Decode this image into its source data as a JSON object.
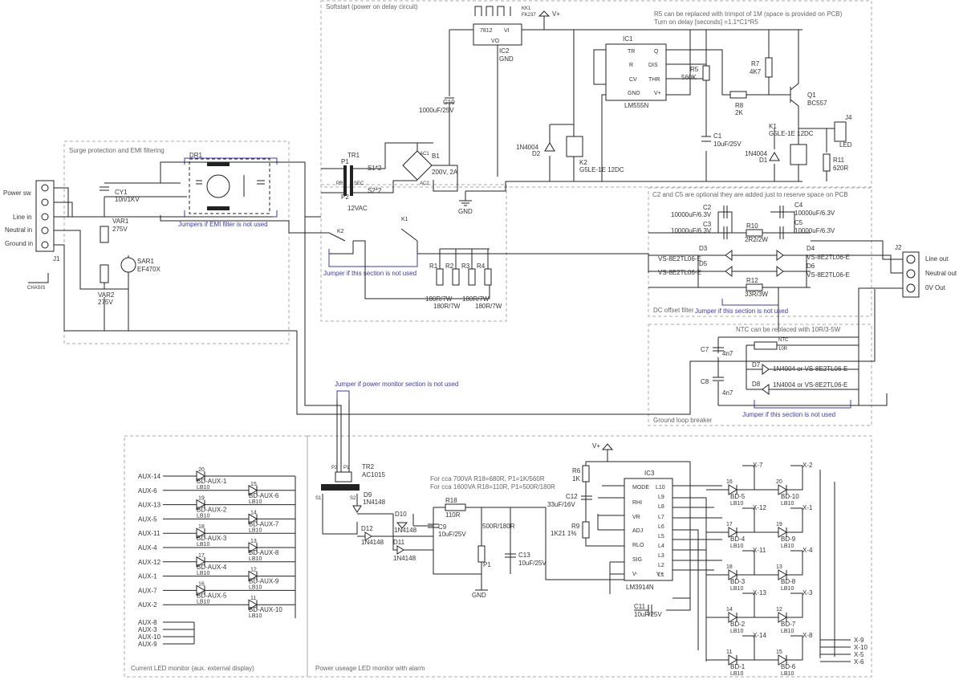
{
  "sections": {
    "softstart": "Softstart (power on delay circuit)",
    "surge": "Surge protection and EMI filtering",
    "dc_offset": "DC offset filter",
    "ground_loop": "Ground loop breaker",
    "current_led": "Current LED monitor (aux. external display)",
    "power_led": "Power useage LED monitor with alarm"
  },
  "notes": {
    "r5": "R5 can be replaced with trimpot of 1M (space is provided on PCB)",
    "delay": "Turn on delay [seconds] =1.1*C1*R5",
    "c2c5": "C2 and C5 are optional they are added just to reserve space on PCB",
    "ntc": "NTC can be replaced with 10R/3-5W",
    "va1": "For cca 700VA R18=680R, P1=1K/560R",
    "va2": "For cca 1600VA R18=110R, P1=500R/180R"
  },
  "jumpers": {
    "emi": "Jumpers if EMI filter is not used",
    "softstart": "Jumper if this section is not used",
    "dc": "Jumper if this section is not used",
    "ground": "Jumper if this section is not used",
    "power": "Jumper if power monitor section is not used"
  },
  "j1": {
    "ref": "J1",
    "pins": [
      "Power sw",
      "Line in",
      "Neutral in",
      "Ground in"
    ],
    "chassis": "CHASIS"
  },
  "j2": {
    "ref": "J2",
    "pins": [
      "Line out",
      "Neutral out",
      "0V Out"
    ]
  },
  "j4": {
    "ref": "J4",
    "label": "LED"
  },
  "components": {
    "cy1": [
      "CY1",
      "10n/1KV"
    ],
    "var1": [
      "VAR1",
      "275V"
    ],
    "var2": [
      "VAR2",
      "275V"
    ],
    "sar1": [
      "SAR1",
      "EF470X"
    ],
    "dr1": "DR1",
    "tr1": [
      "TR1",
      "12VAC",
      "P1",
      "P2",
      "S1*2",
      "S2*2",
      "PRI",
      "SEC"
    ],
    "b1": [
      "B1",
      "200V, 2A",
      "AC1",
      "AC2"
    ],
    "ic2": [
      "IC2",
      "7812",
      "VI",
      "VO",
      "GND",
      "KK1",
      "FK237"
    ],
    "c10": [
      "C10",
      "1000uF/25V"
    ],
    "gnd": "GND",
    "vplus": "V+",
    "ic1": [
      "IC1",
      "LM555N",
      "TR",
      "Q",
      "R",
      "DIS",
      "CV",
      "THR",
      "GND",
      "V+"
    ],
    "r5": [
      "R5",
      "560K"
    ],
    "r7": [
      "R7",
      "4K7"
    ],
    "r8": [
      "R8",
      "2K"
    ],
    "q1": [
      "Q1",
      "BC557"
    ],
    "c1": [
      "C1",
      "10uF/25V"
    ],
    "d2": [
      "1N4004",
      "D2"
    ],
    "k2": [
      "K2",
      "G5LE-1E 12DC"
    ],
    "k1": [
      "K1",
      "G5LE-1E 12DC"
    ],
    "d1": [
      "1N4004",
      "D1"
    ],
    "r11": [
      "R11",
      "620R"
    ],
    "r1r4": [
      "R1",
      "R2",
      "R3",
      "R4",
      "180R/7W",
      "180R/7W",
      "180R/7W",
      "180R/7W"
    ],
    "c2": [
      "C2",
      "10000uF/6.3V"
    ],
    "c3": [
      "C3",
      "10000uF/6.3V"
    ],
    "c4": [
      "C4",
      "10000uF/6.3V"
    ],
    "c5": [
      "C5",
      "10000uF/6.3V"
    ],
    "r10": [
      "R10",
      "2R2/2W"
    ],
    "d3": [
      "D3",
      "VS-8E2TL06-E"
    ],
    "d4": [
      "D4",
      "VS-8E2TL06-E"
    ],
    "d5": [
      "D5",
      "VS-8E2TL06-E"
    ],
    "d6": [
      "D6",
      "VS-8E2TL06-E"
    ],
    "r12": [
      "R12",
      "33R/3W"
    ],
    "c7": [
      "C7",
      "4n7"
    ],
    "c8": [
      "C8",
      "4n7"
    ],
    "ntc": [
      "NTC",
      "10R"
    ],
    "d7": [
      "D7",
      "1N4004 or VS-8E2TL06-E"
    ],
    "d8": [
      "D8",
      "1N4004 or VS-8E2TL06-E"
    ],
    "tr2": [
      "TR2",
      "AC1015",
      "P2",
      "P1",
      "S1",
      "S2"
    ],
    "d9": [
      "D9",
      "1N4148"
    ],
    "d10": [
      "D10",
      "1N4148"
    ],
    "d11": [
      "D11",
      "1N4148"
    ],
    "d12": [
      "D12",
      "1N4148"
    ],
    "r18": [
      "R18",
      "110R"
    ],
    "c9": [
      "C9",
      "10uF/25V"
    ],
    "p1": [
      "500R/180R",
      "P1"
    ],
    "c13": [
      "C13",
      "10uF/25V"
    ],
    "r6": [
      "R6",
      "1K"
    ],
    "c12": [
      "C12",
      "33uF/16V"
    ],
    "r9": [
      "R9",
      "1K21 1%"
    ],
    "c11": [
      "C11",
      "10uF/25V"
    ],
    "ic3": [
      "IC3",
      "LM3914N",
      "MODE",
      "RHI",
      "VR",
      "ADJ",
      "RLO",
      "SIG",
      "V-",
      "V+",
      "L10",
      "L9",
      "L8",
      "L7",
      "L6",
      "L5",
      "L4",
      "L3",
      "L2",
      "L1"
    ]
  },
  "aux_leds": [
    {
      "aux": "AUX-14",
      "num": "20",
      "led": "BD-AUX-1",
      "type": "LB10",
      "side": "L"
    },
    {
      "aux": "AUX-6",
      "num": "15",
      "led": "BD-AUX-6",
      "type": "LB10",
      "side": "R"
    },
    {
      "aux": "AUX-13",
      "num": "19",
      "led": "BD-AUX-2",
      "type": "LB10",
      "side": "L"
    },
    {
      "aux": "AUX-5",
      "num": "14",
      "led": "BD-AUX-7",
      "type": "LB10",
      "side": "R"
    },
    {
      "aux": "AUX-11",
      "num": "18",
      "led": "BD-AUX-3",
      "type": "LB10",
      "side": "L"
    },
    {
      "aux": "AUX-4",
      "num": "13",
      "led": "BD-AUX-8",
      "type": "LB10",
      "side": "R"
    },
    {
      "aux": "AUX-12",
      "num": "17",
      "led": "BD-AUX-4",
      "type": "LB10",
      "side": "L"
    },
    {
      "aux": "AUX-1",
      "num": "12",
      "led": "BD-AUX-9",
      "type": "LB10",
      "side": "R"
    },
    {
      "aux": "AUX-7",
      "num": "16",
      "led": "BD-AUX-5",
      "type": "LB10",
      "side": "L"
    },
    {
      "aux": "AUX-2",
      "num": "11",
      "led": "BD-AUX-10",
      "type": "LB10",
      "side": "R"
    }
  ],
  "aux_extra": [
    "AUX-8",
    "AUX-3",
    "AUX-10",
    "AUX-9"
  ],
  "bar_leds": [
    {
      "left": "X-7",
      "right": "X-2",
      "lnum": "16",
      "lname": "BD-5",
      "rnum": "20",
      "rname": "BD-10",
      "type": "LB10"
    },
    {
      "left": "X-12",
      "right": "X-1",
      "lnum": "17",
      "lname": "BD-4",
      "rnum": "19",
      "rname": "BD-9",
      "type": "LB10"
    },
    {
      "left": "X-11",
      "right": "X-4",
      "lnum": "18",
      "lname": "BD-3",
      "rnum": "13",
      "rname": "BD-8",
      "type": "LB10"
    },
    {
      "left": "X-13",
      "right": "X-3",
      "lnum": "14",
      "lname": "BD-2",
      "rnum": "12",
      "rname": "BD-7",
      "type": "LB10"
    },
    {
      "left": "X-14",
      "right": "X-8",
      "lnum": "11",
      "lname": "BD-1",
      "rnum": "15",
      "rname": "BD-6",
      "type": "LB10"
    }
  ],
  "x_outs": [
    "X-9",
    "X-10",
    "X-5",
    "X-6"
  ]
}
